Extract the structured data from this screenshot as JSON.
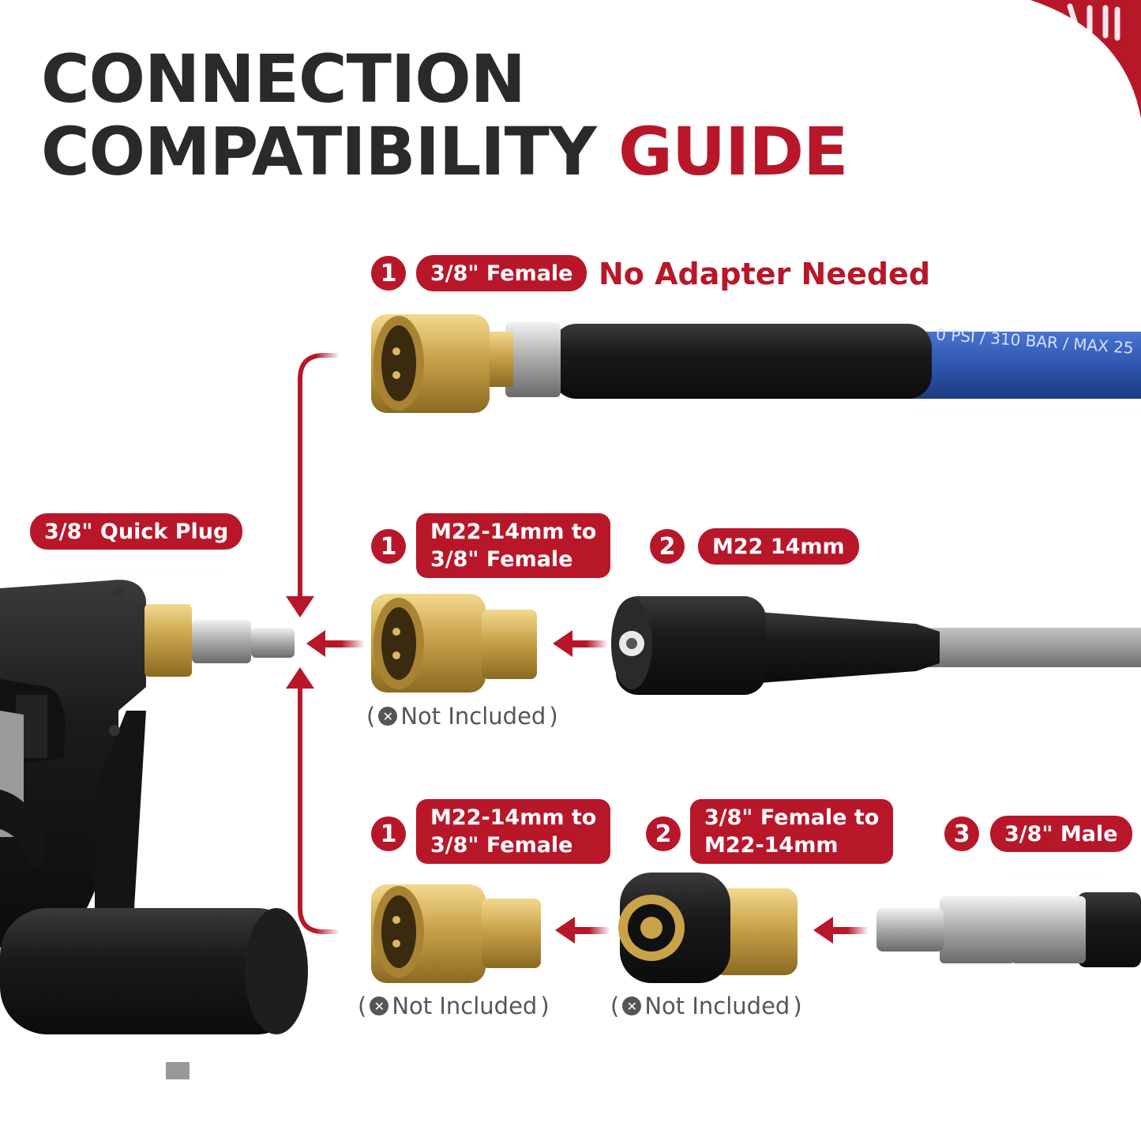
{
  "title": {
    "line1": "CONNECTION",
    "line2_prefix": "COMPATIBILITY",
    "line2_accent": "GUIDE"
  },
  "gun": {
    "label": "3/8\" Quick Plug"
  },
  "row1": {
    "step1_number": "1",
    "step1_label": "3/8\" Female",
    "headline": "No Adapter Needed",
    "hose_print": "0 PSI / 310 BAR / MAX 25"
  },
  "row2": {
    "step1_number": "1",
    "step1_line1": "M22-14mm to",
    "step1_line2": "3/8\" Female",
    "step2_number": "2",
    "step2_label": "M22 14mm",
    "note_open": "(",
    "note_text": "Not Included",
    "note_close": ")"
  },
  "row3": {
    "step1_number": "1",
    "step1_line1": "M22-14mm to",
    "step1_line2": "3/8\" Female",
    "step2_number": "2",
    "step2_line1": "3/8\" Female to",
    "step2_line2": "M22-14mm",
    "step3_number": "3",
    "step3_label": "3/8\" Male",
    "note1_open": "(",
    "note1_text": "Not Included",
    "note1_close": ")",
    "note2_open": "(",
    "note2_text": "Not Included",
    "note2_close": ")"
  },
  "colors": {
    "accent": "#b8172a",
    "title": "#2a2a2a",
    "brass": "#c9a24a",
    "hose_blue": "#2f56b0"
  }
}
